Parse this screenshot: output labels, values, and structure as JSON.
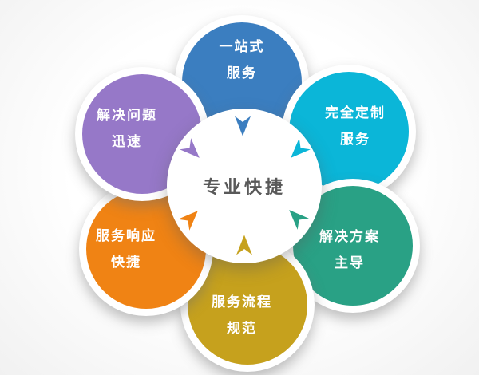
{
  "center": {
    "label": "专业快捷",
    "bg": "#ffffff",
    "text_color": "#595959"
  },
  "nodes": [
    {
      "name": "one-stop-service",
      "line1": "一站式",
      "line2": "服务",
      "color": "#3b7ec0"
    },
    {
      "name": "fully-customized-service",
      "line1": "完全定制",
      "line2": "服务",
      "color": "#0bb6d8"
    },
    {
      "name": "solution-led",
      "line1": "解决方案",
      "line2": "主导",
      "color": "#29a185"
    },
    {
      "name": "service-process-standard",
      "line1": "服务流程",
      "line2": "规范",
      "color": "#c6a11d"
    },
    {
      "name": "fast-service-response",
      "line1": "服务响应",
      "line2": "快捷",
      "color": "#f08314"
    },
    {
      "name": "quick-problem-solving",
      "line1": "解决问题",
      "line2": "迅速",
      "color": "#9678c8"
    }
  ]
}
